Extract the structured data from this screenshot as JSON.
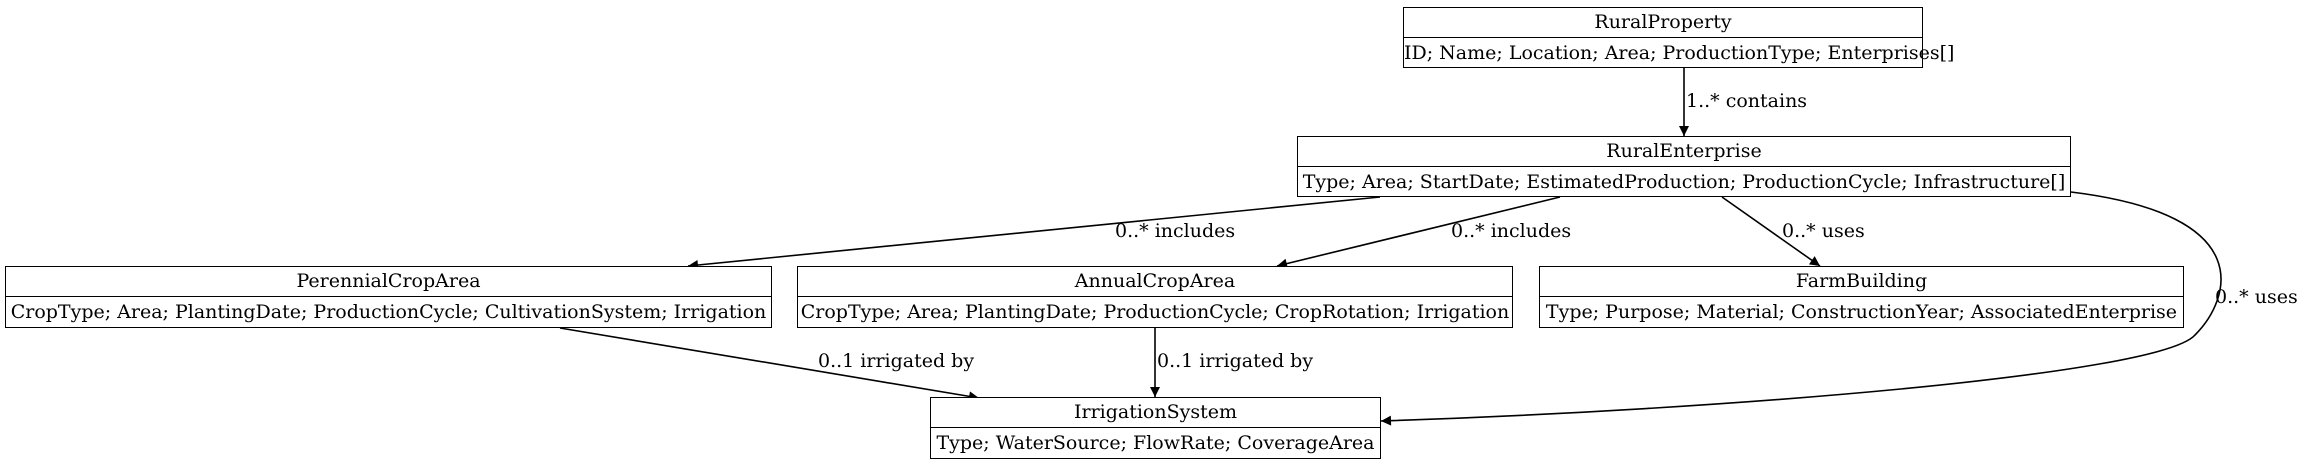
{
  "nodes": {
    "rural_property": {
      "name": "RuralProperty",
      "attributes": "ID; Name; Location; Area; ProductionType; Enterprises[]"
    },
    "rural_enterprise": {
      "name": "RuralEnterprise",
      "attributes": "Type; Area; StartDate; EstimatedProduction; ProductionCycle; Infrastructure[]"
    },
    "perennial_crop_area": {
      "name": "PerennialCropArea",
      "attributes": "CropType; Area; PlantingDate; ProductionCycle; CultivationSystem; Irrigation"
    },
    "annual_crop_area": {
      "name": "AnnualCropArea",
      "attributes": "CropType; Area; PlantingDate; ProductionCycle; CropRotation; Irrigation"
    },
    "farm_building": {
      "name": "FarmBuilding",
      "attributes": "Type; Purpose; Material; ConstructionYear; AssociatedEnterprise"
    },
    "irrigation_system": {
      "name": "IrrigationSystem",
      "attributes": "Type; WaterSource; FlowRate; CoverageArea"
    }
  },
  "edges": {
    "property_contains_enterprise": {
      "from": "RuralProperty",
      "to": "RuralEnterprise",
      "label": "1..* contains"
    },
    "enterprise_includes_perennial": {
      "from": "RuralEnterprise",
      "to": "PerennialCropArea",
      "label": "0..* includes"
    },
    "enterprise_includes_annual": {
      "from": "RuralEnterprise",
      "to": "AnnualCropArea",
      "label": "0..* includes"
    },
    "enterprise_uses_building": {
      "from": "RuralEnterprise",
      "to": "FarmBuilding",
      "label": "0..* uses"
    },
    "enterprise_uses_irrigation": {
      "from": "RuralEnterprise",
      "to": "IrrigationSystem",
      "label": "0..* uses"
    },
    "perennial_irrigated_by": {
      "from": "PerennialCropArea",
      "to": "IrrigationSystem",
      "label": "0..1 irrigated by"
    },
    "annual_irrigated_by": {
      "from": "AnnualCropArea",
      "to": "IrrigationSystem",
      "label": "0..1 irrigated by"
    }
  }
}
